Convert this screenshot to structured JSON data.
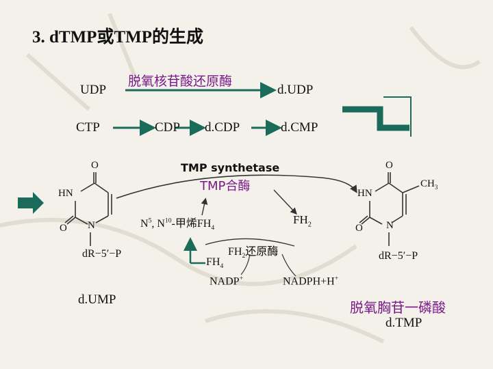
{
  "title": "3. dTMP或TMP的生成",
  "pathway": {
    "udp": "UDP",
    "enzyme_rr": "脱氧核苷酸还原酶",
    "dudp": "d.UDP",
    "ctp": "CTP",
    "cdp": "CDP",
    "dcdp": "d.CDP",
    "dcmp": "d.CMP"
  },
  "synthase": {
    "name_en": "TMP synthetase",
    "name_cn": "TMP合酶"
  },
  "cofactors": {
    "n5n10_prefix": "N",
    "n5_sup": "5",
    "n10_mid": ", N",
    "n10_sup": "10",
    "n5n10_suffix": "-甲烯FH",
    "n5n10_sub": "4",
    "fh2": "FH",
    "fh2_sub": "2",
    "fh2_reductase": "FH",
    "fh2_reductase_sub": "2",
    "fh2_reductase_suffix": "还原酶",
    "fh4": "FH",
    "fh4_sub": "4",
    "nadp": "NADP",
    "nadp_sup": "+",
    "nadph": "NADPH+H",
    "nadph_sup": "+"
  },
  "left_structure": {
    "o_top": "O",
    "hn": "HN",
    "o_left": "O",
    "n": "N",
    "sugar": "dR−5′−P"
  },
  "right_structure": {
    "o_top": "O",
    "ch3": "CH",
    "ch3_sub": "3",
    "hn": "HN",
    "o_left": "O",
    "n": "N",
    "sugar": "dR−5′−P"
  },
  "labels": {
    "dump": "d.UMP",
    "dtmp_cn": "脱氧胸苷一磷酸",
    "dtmp": "d.TMP"
  },
  "colors": {
    "accent": "#7a1a8a",
    "arrow": "#1a6b5a",
    "text": "#111111"
  }
}
